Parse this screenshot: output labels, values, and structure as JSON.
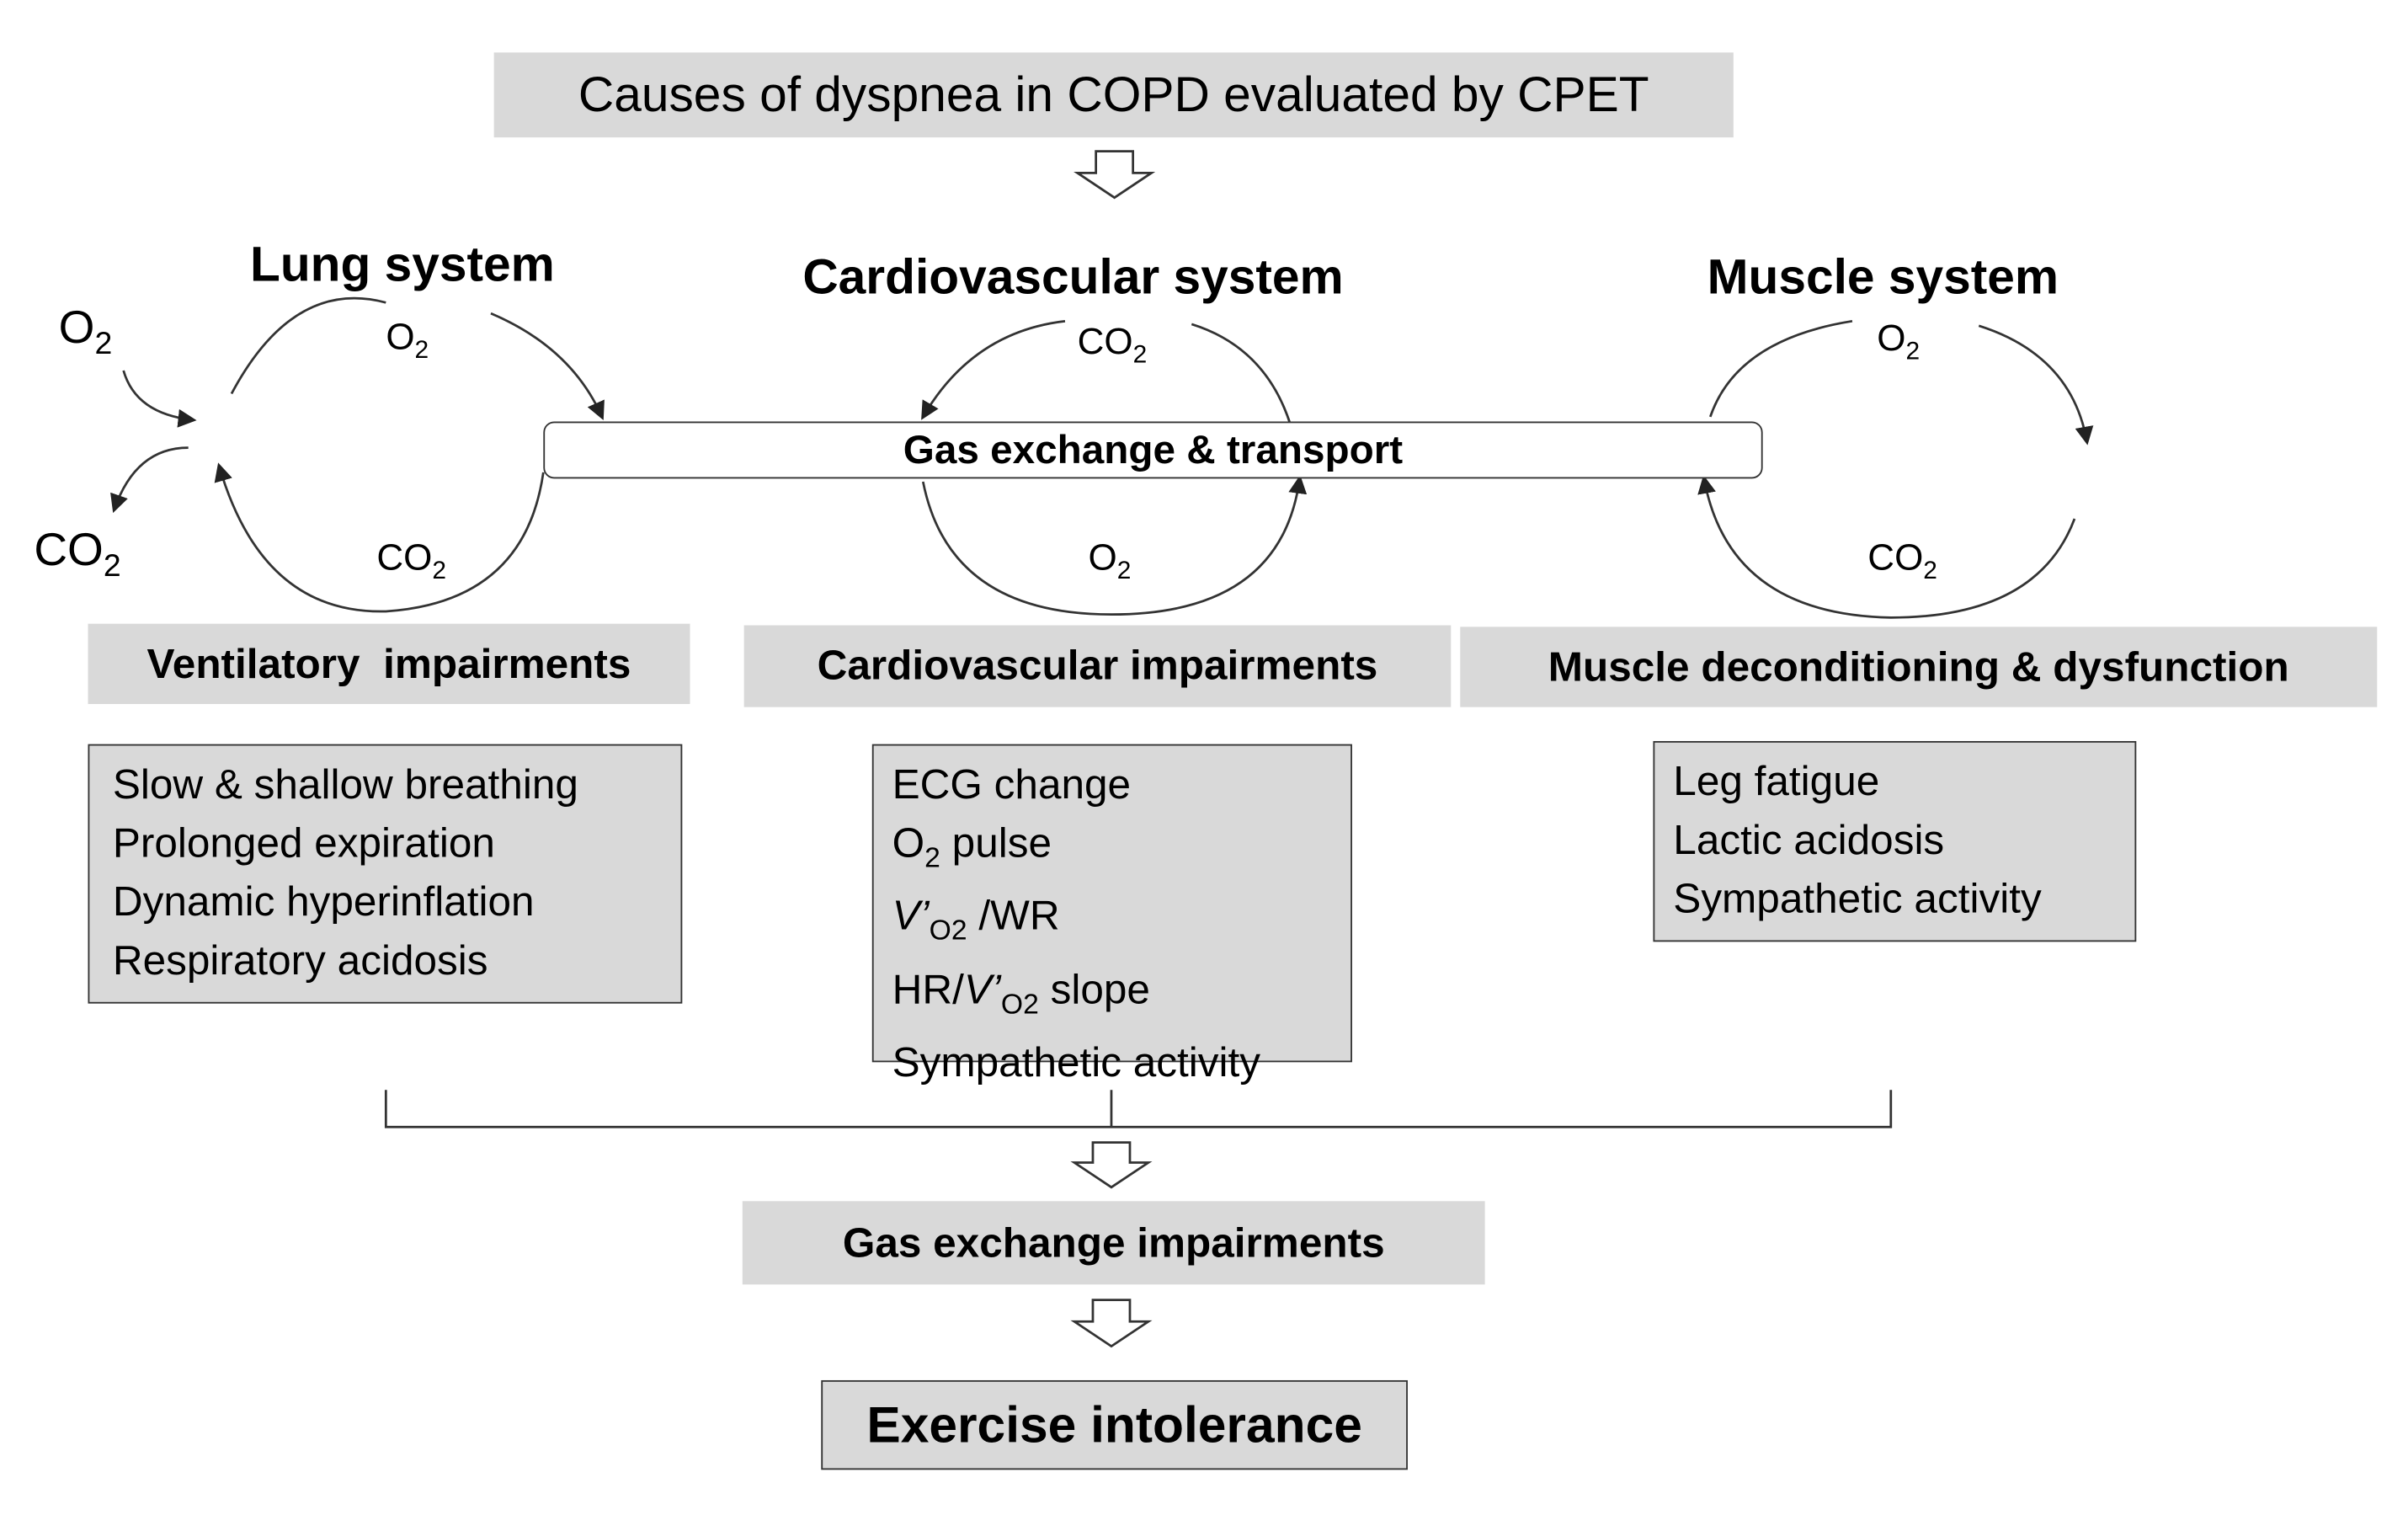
{
  "title": "Causes of dyspnea in COPD evaluated by CPET",
  "systems": {
    "lung": "Lung system",
    "cardiovascular": "Cardiovascular system",
    "muscle": "Muscle system"
  },
  "center_bar": "Gas exchange & transport",
  "gas": {
    "o2_text": "O",
    "co2_text": "CO",
    "subscript": "2"
  },
  "impairments": {
    "ventilatory": "Ventilatory  impairments",
    "cardiovascular": "Cardiovascular impairments",
    "muscle": "Muscle deconditioning & dysfunction"
  },
  "ventilatory_items": [
    "Slow & shallow breathing",
    "Prolonged expiration",
    "Dynamic hyperinflation",
    "Respiratory acidosis"
  ],
  "cardio_items": {
    "item1": "ECG change",
    "item2_o": "O",
    "item2_sub": "2",
    "item2_rest": " pulse",
    "item3_v": "V’",
    "item3_sub": "O2",
    "item3_rest": " /WR",
    "item4_pre": "HR/",
    "item4_v": "V’",
    "item4_sub": "O2",
    "item4_rest": " slope",
    "item5": "Sympathetic activity"
  },
  "muscle_items": [
    "Leg fatigue",
    "Lactic acidosis",
    "Sympathetic activity"
  ],
  "gas_exchange_impairments": "Gas exchange impairments",
  "outcome": "Exercise intolerance"
}
